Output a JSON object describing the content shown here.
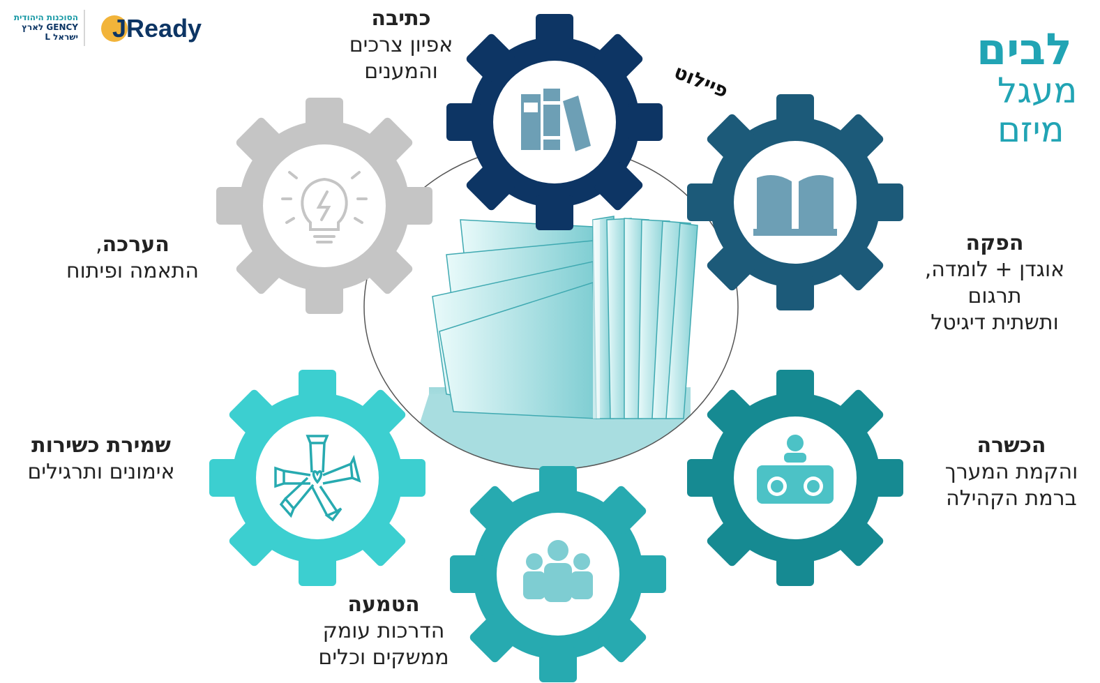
{
  "logos": {
    "agency_line1": "הסוכנות היהודית",
    "agency_line2": "GENCY לארץ",
    "agency_line3": "ישראל L",
    "jready": "JReady"
  },
  "title": {
    "line1": "לבים",
    "line2": "מעגל",
    "line3": "מיזם"
  },
  "pilot_label": "פיילוט",
  "colors": {
    "navy": "#0d3564",
    "steel": "#1c5a79",
    "teal_dark": "#168a92",
    "teal_mid": "#27aab0",
    "teal_light": "#3ccfd0",
    "gray": "#c5c5c5",
    "title_teal": "#21a4b4"
  },
  "stages": {
    "writing": {
      "title": "כתיבה",
      "line1": "אפיון צרכים",
      "line2": "והמענים",
      "icon": "books-icon"
    },
    "production": {
      "title": "הפקה",
      "line1": "אוגדן + לומדה,",
      "line2": "תרגום",
      "line3": "ותשתית דיגיטל",
      "icon": "open-book-icon"
    },
    "training": {
      "title": "הכשרה",
      "line1": "והקמת המערך",
      "line2": "ברמת הקהילה",
      "icon": "meeting-icon"
    },
    "implementation": {
      "title": "הטמעה",
      "line1": "הדרכות עומק",
      "line2": "ממשקים וכלים",
      "icon": "team-icon"
    },
    "readiness": {
      "title": "שמירת כשירות",
      "line1": "אימונים ותרגילים",
      "icon": "hands-circle-icon"
    },
    "evaluation": {
      "title": "הערכה",
      "title_suffix": ",",
      "line1": "התאמה ופיתוח",
      "icon": "lightbulb-icon"
    }
  }
}
